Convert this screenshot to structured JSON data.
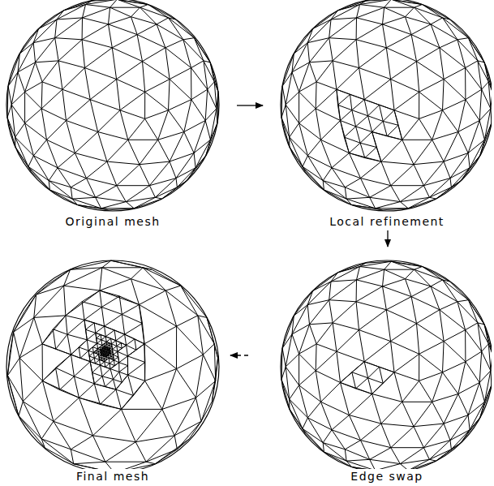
{
  "diagram": {
    "nodes": [
      {
        "text": [
          "Original mesh"
        ]
      },
      {
        "text": [
          "Local refinement"
        ]
      },
      {
        "text": [
          "Final mesh"
        ]
      },
      {
        "text": [
          "Edge swap"
        ]
      }
    ],
    "edges": [
      {
        "from": 0,
        "to": 1,
        "arrow": "to"
      },
      {
        "from": 1,
        "to": 3,
        "arrow": "to"
      },
      {
        "from": 3,
        "to": 2,
        "arrow": "to"
      }
    ]
  }
}
